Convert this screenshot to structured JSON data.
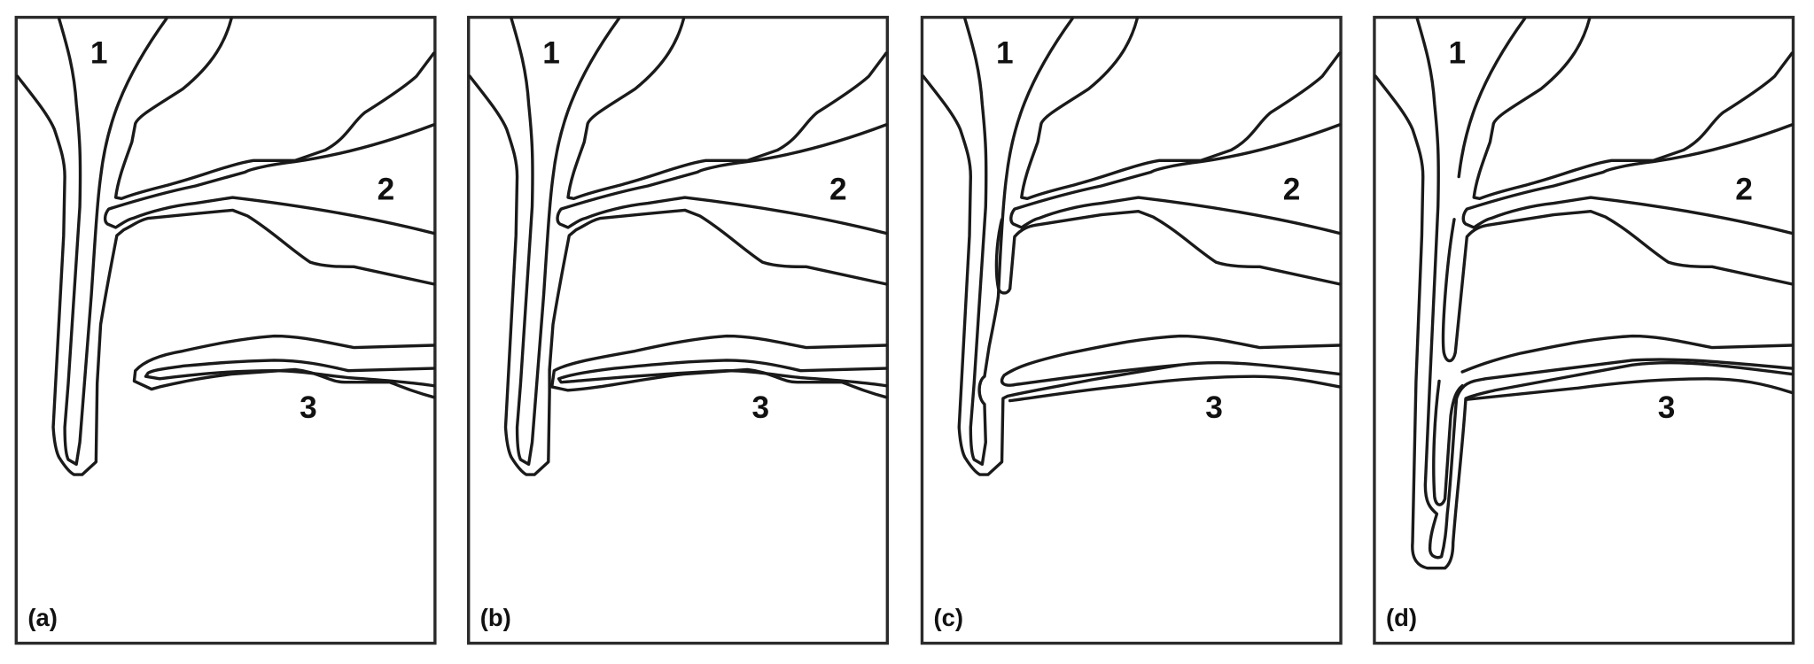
{
  "figure": {
    "panels": [
      {
        "label": "(a)",
        "channels": [
          "1",
          "2",
          "3"
        ]
      },
      {
        "label": "(b)",
        "channels": [
          "1",
          "2",
          "3"
        ]
      },
      {
        "label": "(c)",
        "channels": [
          "1",
          "2",
          "3"
        ]
      },
      {
        "label": "(d)",
        "channels": [
          "1",
          "2",
          "3"
        ]
      }
    ],
    "colors": {
      "line": "#1a1a1a",
      "background": "#ffffff"
    }
  }
}
